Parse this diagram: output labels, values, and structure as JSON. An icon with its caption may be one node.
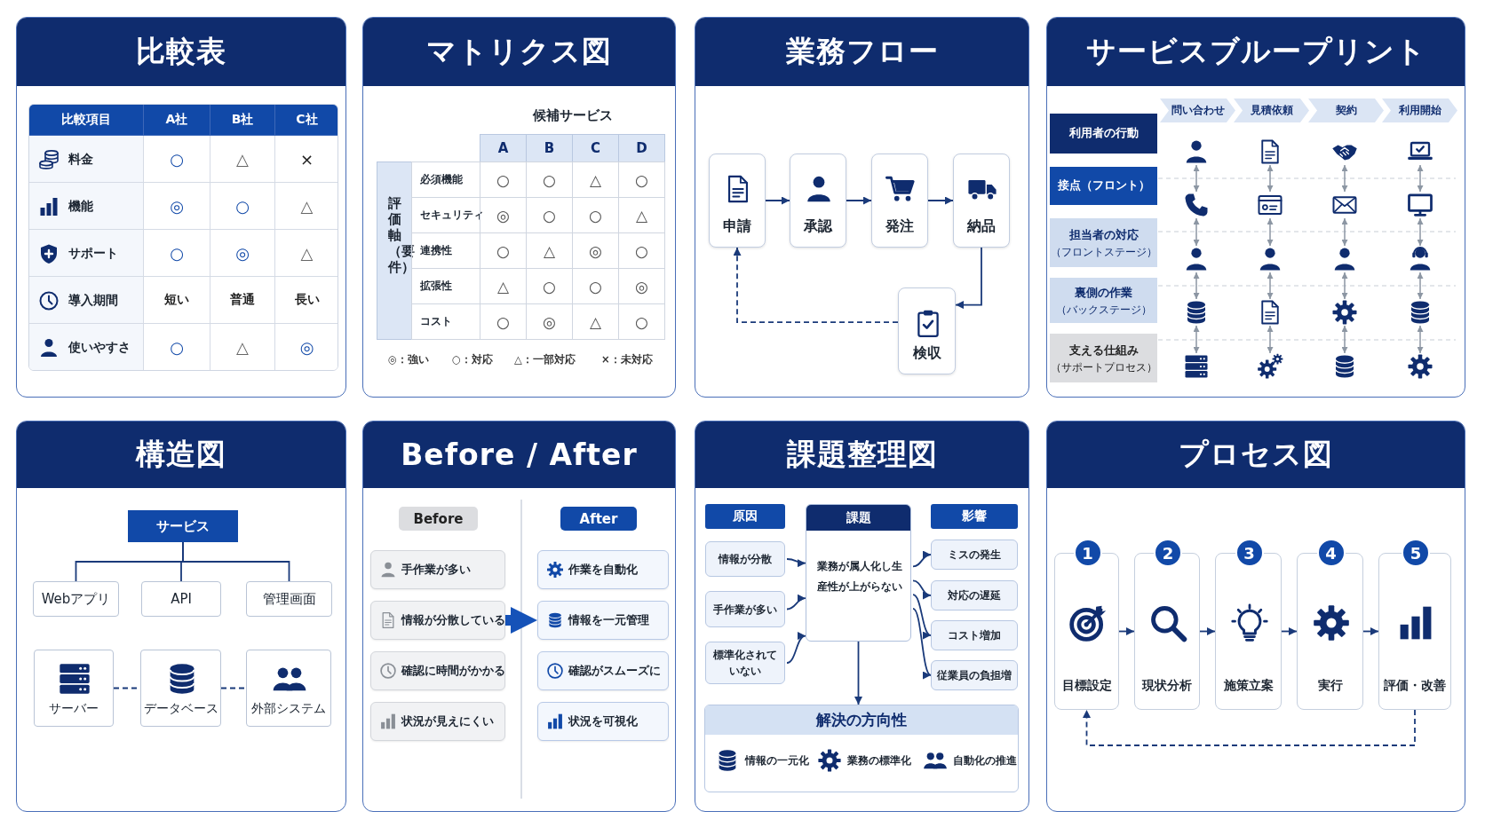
{
  "diagram": {
    "nodes": [
      {
        "text": [
          "比較表"
        ]
      },
      {
        "text": [
          "マトリクス図"
        ]
      },
      {
        "text": [
          "業務フロー"
        ]
      },
      {
        "text": [
          "申請"
        ],
        "in": 2
      },
      {
        "text": [
          "承認"
        ],
        "in": 2
      },
      {
        "text": [
          "発注"
        ],
        "in": 2
      },
      {
        "text": [
          "納品"
        ],
        "in": 2
      },
      {
        "text": [
          "検収"
        ],
        "in": 2
      },
      {
        "text": [
          "サービスブループリント"
        ]
      },
      {
        "text": [
          "問い合わせ"
        ],
        "in": 8
      },
      {
        "text": [
          "見積依頼"
        ],
        "in": 8
      },
      {
        "text": [
          "契約"
        ],
        "in": 8
      },
      {
        "text": [
          "利用開始"
        ],
        "in": 8
      },
      {
        "text": [
          "利用者の行動"
        ],
        "in": 8
      },
      {
        "text": [
          "接点（フロント）"
        ],
        "in": 8
      },
      {
        "text": [
          "担当者の対応",
          "（フロントステージ）"
        ],
        "in": 8
      },
      {
        "text": [
          "裏側の作業",
          "（バックステージ）"
        ],
        "in": 8
      },
      {
        "text": [
          "支える仕組み",
          "（サポートプロセス）"
        ],
        "in": 8
      },
      {
        "text": [],
        "shape": "person",
        "in": 8
      },
      {
        "text": [],
        "shape": "document",
        "in": 8
      },
      {
        "text": [],
        "shape": "handshake",
        "in": 8
      },
      {
        "text": [],
        "shape": "laptop",
        "in": 8
      },
      {
        "text": [],
        "shape": "phone",
        "in": 8
      },
      {
        "text": [],
        "shape": "card",
        "in": 8
      },
      {
        "text": [],
        "shape": "envelope",
        "in": 8
      },
      {
        "text": [],
        "shape": "monitor",
        "in": 8
      },
      {
        "text": [],
        "shape": "person",
        "in": 8
      },
      {
        "text": [],
        "shape": "person",
        "in": 8
      },
      {
        "text": [],
        "shape": "person",
        "in": 8
      },
      {
        "text": [],
        "shape": "headset",
        "in": 8
      },
      {
        "text": [],
        "shape": "database",
        "in": 8
      },
      {
        "text": [],
        "shape": "document",
        "in": 8
      },
      {
        "text": [],
        "shape": "gear",
        "in": 8
      },
      {
        "text": [],
        "shape": "database",
        "in": 8
      },
      {
        "text": [],
        "shape": "server",
        "in": 8
      },
      {
        "text": [],
        "shape": "gears",
        "in": 8
      },
      {
        "text": [],
        "shape": "database",
        "in": 8
      },
      {
        "text": [],
        "shape": "gear",
        "in": 8
      },
      {
        "text": [
          "構造図"
        ]
      },
      {
        "text": [
          "サービス"
        ],
        "in": 38
      },
      {
        "text": [
          "Webアプリ"
        ],
        "in": 38
      },
      {
        "text": [
          "API"
        ],
        "in": 38
      },
      {
        "text": [
          "管理画面"
        ],
        "in": 38
      },
      {
        "text": [
          "サーバー"
        ],
        "in": 38
      },
      {
        "text": [
          "データベース"
        ],
        "in": 38
      },
      {
        "text": [
          "外部システム"
        ],
        "in": 38
      },
      {
        "text": [
          "Before / After"
        ]
      },
      {
        "text": [
          "Before"
        ],
        "in": 46
      },
      {
        "text": [
          "After"
        ],
        "in": 46
      },
      {
        "text": [
          "手作業が多い"
        ],
        "in": 46
      },
      {
        "text": [
          "作業を自動化"
        ],
        "in": 46
      },
      {
        "text": [
          "情報が分散している"
        ],
        "in": 46
      },
      {
        "text": [
          "情報を一元管理"
        ],
        "in": 46
      },
      {
        "text": [
          "確認に時間がかかる"
        ],
        "in": 46
      },
      {
        "text": [
          "確認がスムーズに"
        ],
        "in": 46
      },
      {
        "text": [
          "状況が見えにくい"
        ],
        "in": 46
      },
      {
        "text": [
          "状況を可視化"
        ],
        "in": 46
      },
      {
        "text": [
          "課題整理図"
        ]
      },
      {
        "text": [
          "原因"
        ],
        "in": 57
      },
      {
        "text": [
          "課題",
          "業務が属人化し生産性が上がらない"
        ],
        "in": 57
      },
      {
        "text": [
          "影響"
        ],
        "in": 57
      },
      {
        "text": [
          "情報が分散"
        ],
        "in": 57
      },
      {
        "text": [
          "手作業が多い"
        ],
        "in": 57
      },
      {
        "text": [
          "標準化されていない"
        ],
        "in": 57
      },
      {
        "text": [
          "ミスの発生"
        ],
        "in": 57
      },
      {
        "text": [
          "対応の遅延"
        ],
        "in": 57
      },
      {
        "text": [
          "コスト増加"
        ],
        "in": 57
      },
      {
        "text": [
          "従業員の負担増"
        ],
        "in": 57
      },
      {
        "text": [
          "解決の方向性",
          "情報の一元化",
          "業務の標準化",
          "自動化の推進"
        ],
        "in": 57
      },
      {
        "text": [
          "プロセス図"
        ]
      },
      {
        "text": [
          "1",
          "目標設定"
        ],
        "in": 69
      },
      {
        "text": [
          "2",
          "現状分析"
        ],
        "in": 69
      },
      {
        "text": [
          "3",
          "施策立案"
        ],
        "in": 69
      },
      {
        "text": [
          "4",
          "実行"
        ],
        "in": 69
      },
      {
        "text": [
          "5",
          "評価・改善"
        ],
        "in": 69
      }
    ],
    "edges": [
      {
        "from": 3,
        "to": 4,
        "arrow": "to"
      },
      {
        "from": 4,
        "to": 5,
        "arrow": "to"
      },
      {
        "from": 5,
        "to": 6,
        "arrow": "to"
      },
      {
        "from": 6,
        "to": 7,
        "arrow": "to"
      },
      {
        "from": 7,
        "to": 3,
        "arrow": "to",
        "style": "dashed"
      },
      {
        "from": 18,
        "to": 22,
        "arrow": "both",
        "color": "#8c96a3"
      },
      {
        "from": 19,
        "to": 23,
        "arrow": "both",
        "color": "#8c96a3"
      },
      {
        "from": 20,
        "to": 24,
        "arrow": "both",
        "color": "#8c96a3"
      },
      {
        "from": 21,
        "to": 25,
        "arrow": "both",
        "color": "#8c96a3"
      },
      {
        "from": 22,
        "to": 26,
        "arrow": "both",
        "color": "#8c96a3"
      },
      {
        "from": 23,
        "to": 27,
        "arrow": "both",
        "color": "#8c96a3"
      },
      {
        "from": 24,
        "to": 28,
        "arrow": "both",
        "color": "#8c96a3"
      },
      {
        "from": 25,
        "to": 29,
        "arrow": "both",
        "color": "#8c96a3"
      },
      {
        "from": 26,
        "to": 30,
        "arrow": "both",
        "color": "#8c96a3"
      },
      {
        "from": 27,
        "to": 31,
        "arrow": "both",
        "color": "#8c96a3"
      },
      {
        "from": 28,
        "to": 32,
        "arrow": "both",
        "color": "#8c96a3"
      },
      {
        "from": 29,
        "to": 33,
        "arrow": "both",
        "color": "#8c96a3"
      },
      {
        "from": 30,
        "to": 34,
        "arrow": "both",
        "color": "#8c96a3"
      },
      {
        "from": 31,
        "to": 35,
        "arrow": "both",
        "color": "#8c96a3"
      },
      {
        "from": 32,
        "to": 36,
        "arrow": "both",
        "color": "#8c96a3"
      },
      {
        "from": 33,
        "to": 37,
        "arrow": "both",
        "color": "#8c96a3"
      },
      {
        "from": 39,
        "to": 40,
        "arrow": "none"
      },
      {
        "from": 39,
        "to": 41,
        "arrow": "none"
      },
      {
        "from": 39,
        "to": 42,
        "arrow": "none"
      },
      {
        "from": 43,
        "to": 44,
        "arrow": "none",
        "style": "dashed"
      },
      {
        "from": 44,
        "to": 45,
        "arrow": "none",
        "style": "dashed"
      },
      {
        "from": 51,
        "to": 52,
        "arrow": "to",
        "style": "thick",
        "color": "#1552b8"
      },
      {
        "from": 61,
        "to": 59,
        "arrow": "to"
      },
      {
        "from": 62,
        "to": 59,
        "arrow": "to"
      },
      {
        "from": 63,
        "to": 59,
        "arrow": "to"
      },
      {
        "from": 59,
        "to": 64,
        "arrow": "to"
      },
      {
        "from": 59,
        "to": 65,
        "arrow": "to"
      },
      {
        "from": 59,
        "to": 66,
        "arrow": "to"
      },
      {
        "from": 59,
        "to": 67,
        "arrow": "to"
      },
      {
        "from": 59,
        "to": 68,
        "arrow": "to"
      },
      {
        "from": 70,
        "to": 71,
        "arrow": "to"
      },
      {
        "from": 71,
        "to": 72,
        "arrow": "to"
      },
      {
        "from": 72,
        "to": 73,
        "arrow": "to"
      },
      {
        "from": 73,
        "to": 74,
        "arrow": "to"
      },
      {
        "from": 74,
        "to": 70,
        "arrow": "to",
        "style": "dashed"
      }
    ],
    "labels": [
      "比較項目",
      "A社",
      "B社",
      "C社",
      "料金",
      "○",
      "△",
      "×",
      "機能",
      "◎",
      "○",
      "△",
      "サポート",
      "○",
      "◎",
      "△",
      "導入期間",
      "短い",
      "普通",
      "長い",
      "使いやすさ",
      "○",
      "△",
      "◎",
      "候補サービス",
      "A",
      "B",
      "C",
      "D",
      "評価軸（要件）",
      "必須機能",
      "○",
      "○",
      "△",
      "○",
      "セキュリティ",
      "◎",
      "○",
      "○",
      "△",
      "連携性",
      "○",
      "△",
      "◎",
      "○",
      "拡張性",
      "△",
      "○",
      "○",
      "◎",
      "コスト",
      "○",
      "◎",
      "△",
      "○",
      "◎：強い",
      "○：対応",
      "△：一部対応",
      "×：未対応"
    ]
  }
}
